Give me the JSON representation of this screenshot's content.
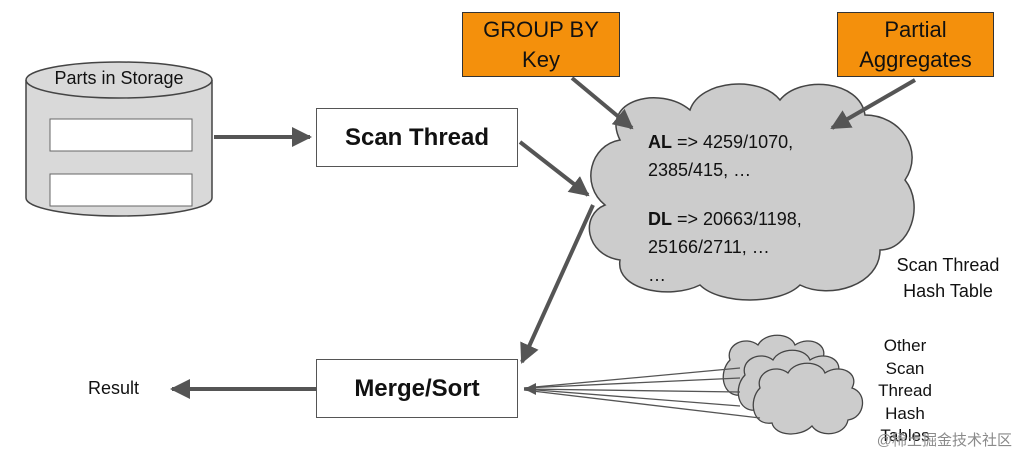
{
  "storage": {
    "label": "Parts in Storage"
  },
  "scan_thread": {
    "label": "Scan Thread"
  },
  "merge_sort": {
    "label": "Merge/Sort"
  },
  "result": {
    "label": "Result"
  },
  "group_by_key": {
    "line1": "GROUP BY",
    "line2": "Key"
  },
  "partial_aggregates": {
    "line1": "Partial",
    "line2": "Aggregates"
  },
  "hash_table": {
    "row1_key": "AL",
    "row1_vals_a": " => 4259/1070,",
    "row1_vals_b": "2385/415, …",
    "row2_key": "DL",
    "row2_vals_a": " => 20663/1198,",
    "row2_vals_b": "25166/2711, …",
    "ellipsis": "…"
  },
  "scan_thread_hash_table": {
    "line1": "Scan Thread",
    "line2": "Hash Table"
  },
  "other_tables": {
    "lines": [
      "Other",
      "Scan",
      "Thread",
      "Hash",
      "Tables"
    ]
  },
  "watermark": "@稀土掘金技术社区",
  "colors": {
    "orange": "#f4900c",
    "cloud": "#cccccc",
    "arrow": "#555555",
    "stroke": "#444444"
  }
}
